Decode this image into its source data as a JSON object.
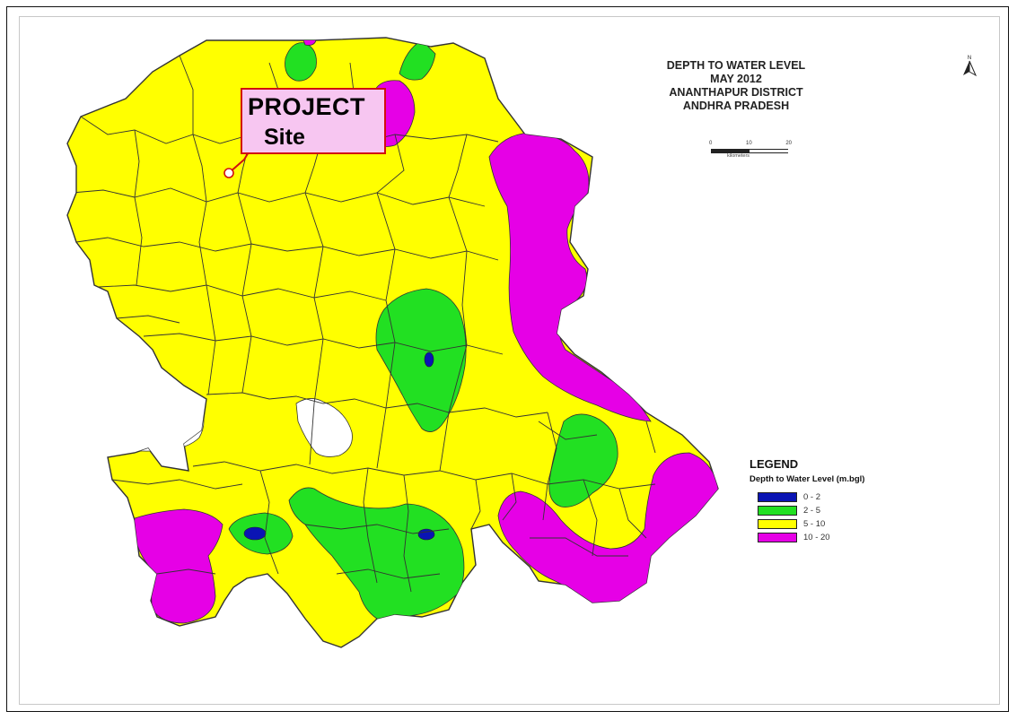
{
  "map": {
    "title_lines": [
      "DEPTH TO WATER LEVEL",
      "MAY 2012",
      "ANANTHAPUR DISTRICT",
      "ANDHRA PRADESH"
    ],
    "scale": {
      "ticks": [
        "0",
        "10",
        "20"
      ],
      "unit": "kilometers"
    },
    "north_arrow": {
      "icon": "north-arrow-icon",
      "label": "N"
    },
    "callout": {
      "title": "PROJECT",
      "subtitle": "Site"
    },
    "legend": {
      "title": "LEGEND",
      "subtitle": "Depth to Water Level (m.bgl)",
      "items": [
        {
          "label": "0 - 2",
          "color": "#0a14b4"
        },
        {
          "label": "2 - 5",
          "color": "#22e022"
        },
        {
          "label": "5 - 10",
          "color": "#ffff00"
        },
        {
          "label": "10 - 20",
          "color": "#e600e6"
        }
      ]
    }
  }
}
